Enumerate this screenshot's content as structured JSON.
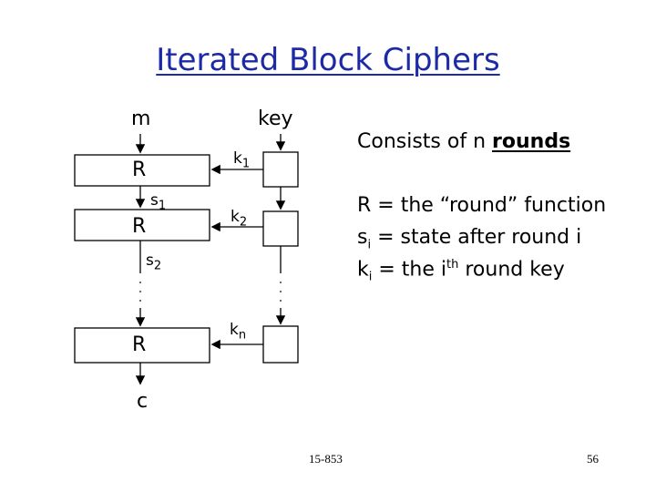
{
  "slide": {
    "title": "Iterated Block Ciphers",
    "footer_course": "15-853",
    "page_number": "56"
  },
  "diagram": {
    "input_label": "m",
    "key_label": "key",
    "output_label": "c",
    "round_label": "R",
    "state_1": "s",
    "state_1_sub": "1",
    "state_2": "s",
    "state_2_sub": "2",
    "key_1": "k",
    "key_1_sub": "1",
    "key_2": "k",
    "key_2_sub": "2",
    "key_n": "k",
    "key_n_sub": "n"
  },
  "description": {
    "line1_prefix": "Consists of n ",
    "line1_emph": "rounds",
    "line2": "R = the “round” function",
    "line3_s": "s",
    "line3_sub": "i",
    "line3_rest": " = state after round i",
    "line4_k": "k",
    "line4_sub": "i",
    "line4_mid": " = the i",
    "line4_sup": "th",
    "line4_rest": " round key"
  }
}
